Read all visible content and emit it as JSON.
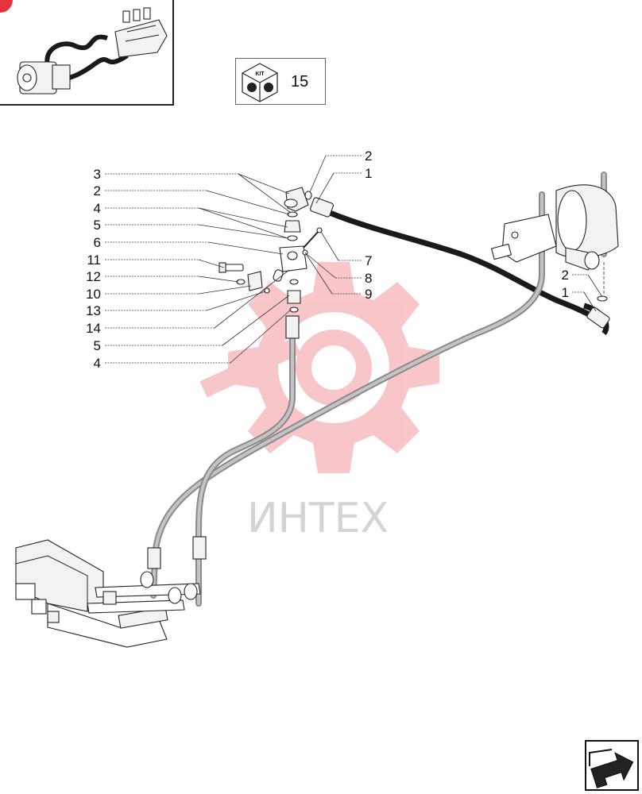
{
  "kit": {
    "label": "KIT",
    "number": "15"
  },
  "watermark": {
    "text": "ИНТЕХ",
    "color": "#e8323c"
  },
  "callouts": {
    "left": [
      "3",
      "2",
      "4",
      "5",
      "6",
      "11",
      "12",
      "10",
      "13",
      "14",
      "5",
      "4"
    ],
    "mid": [
      "7",
      "8",
      "9"
    ],
    "top": [
      "2",
      "1"
    ],
    "right": [
      "2",
      "1"
    ]
  },
  "icons": {
    "thumbnail": "pump-hose-valve-icon",
    "kit": "kit-cube-icon",
    "navigation": "next-page-arrow-icon",
    "corner_badge": "red-corner-badge-icon"
  },
  "colors": {
    "hose_black": "#1a1a1a",
    "pipe_grey": "#a9a9a9",
    "badge": "#e8323c"
  }
}
